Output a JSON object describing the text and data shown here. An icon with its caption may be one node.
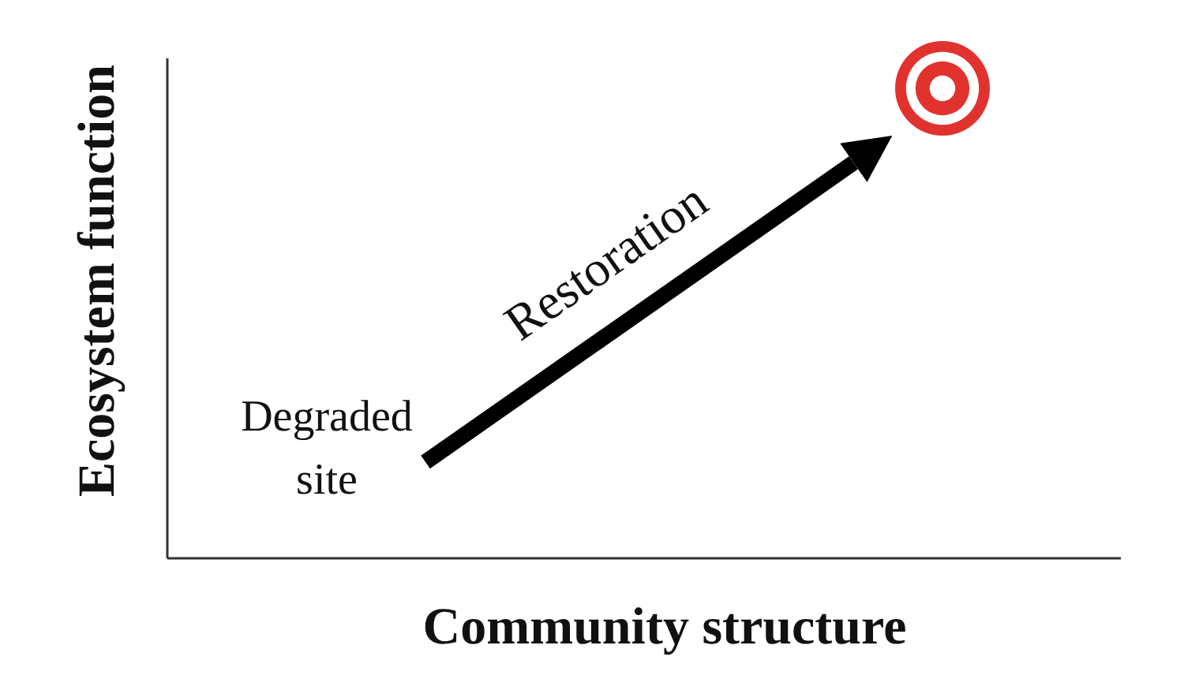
{
  "diagram": {
    "nodes": [
      {
        "text": [
          "Degraded site"
        ]
      },
      {
        "text": [],
        "shape": "target"
      }
    ],
    "edges": [
      {
        "from": 0,
        "to": 1,
        "arrow": "to",
        "label": "Restoration"
      }
    ],
    "labels": [
      "Ecosystem function",
      "Community structure"
    ]
  }
}
